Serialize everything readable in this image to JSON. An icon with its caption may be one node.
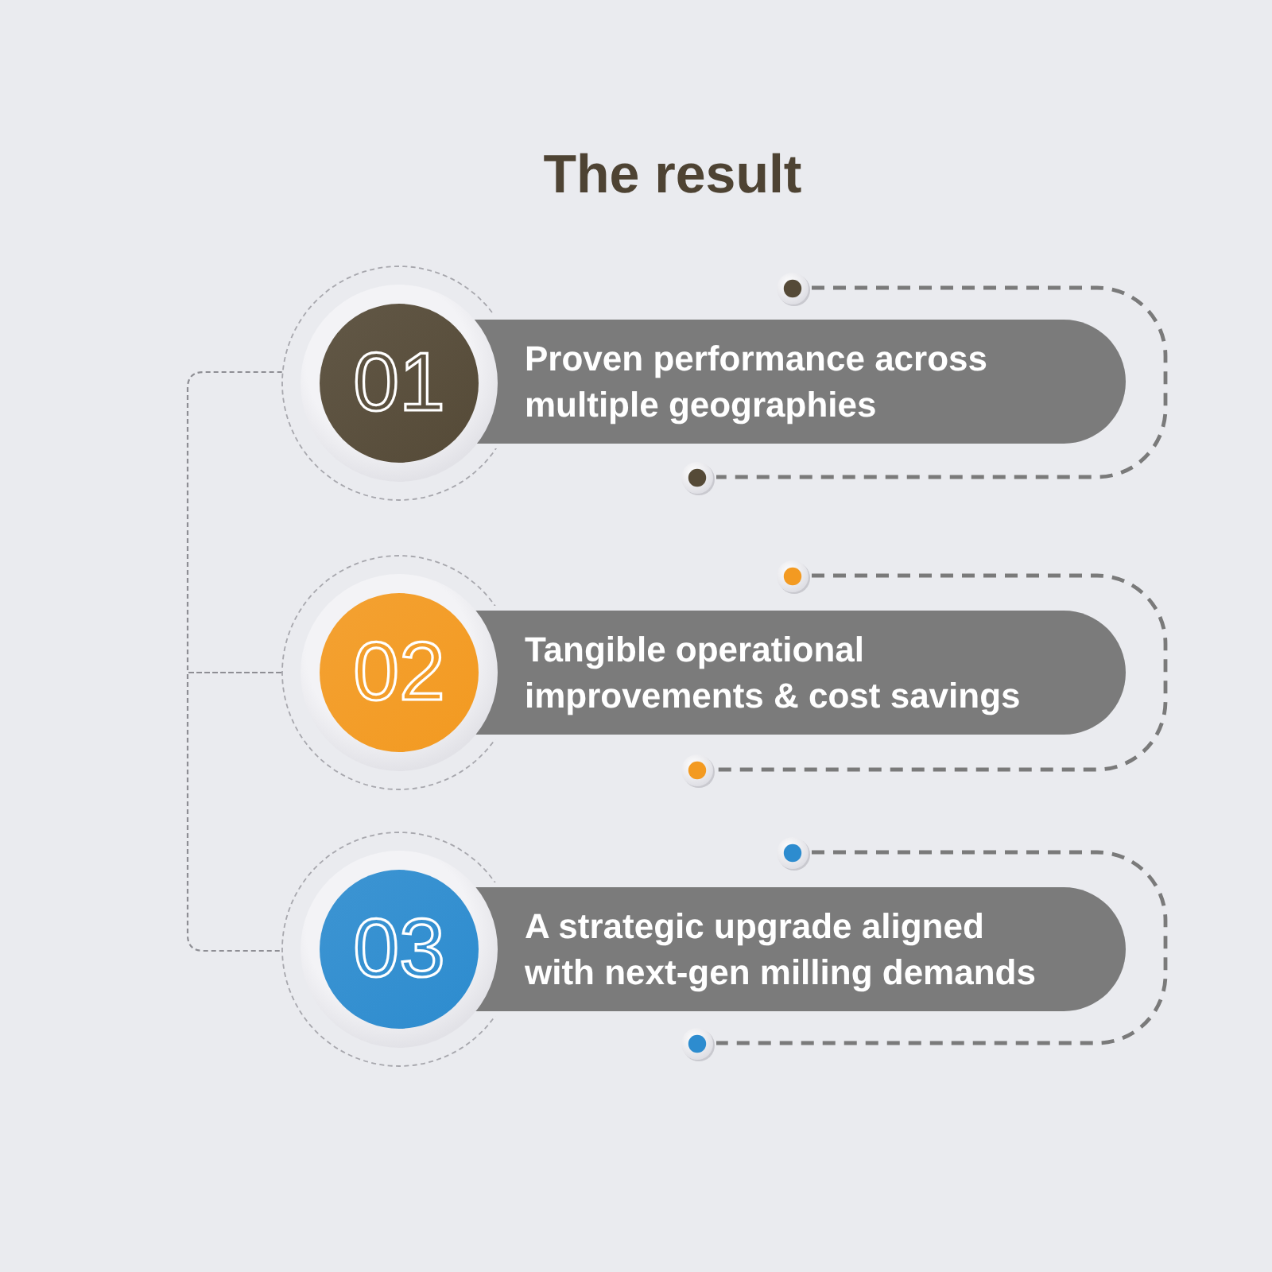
{
  "diagram": {
    "title": "The result",
    "nodes": [
      {
        "text": [],
        "shape": "circle"
      },
      {
        "text": [
          "01"
        ]
      },
      {
        "text": [
          "Proven performance across multiple geographies"
        ]
      },
      {
        "text": [],
        "shape": "circle"
      },
      {
        "text": [],
        "shape": "circle"
      },
      {
        "text": [
          "02"
        ]
      },
      {
        "text": [
          "Tangible operational improvements & cost savings"
        ]
      },
      {
        "text": [],
        "shape": "circle"
      },
      {
        "text": [],
        "shape": "circle"
      },
      {
        "text": [
          "03"
        ]
      },
      {
        "text": [
          "A strategic upgrade aligned with next-gen milling demands"
        ]
      },
      {
        "text": [],
        "shape": "circle"
      }
    ],
    "edges": [
      {
        "from": 1,
        "to": 5,
        "arrow": "none",
        "style": "dashed"
      },
      {
        "from": 5,
        "to": 9,
        "arrow": "none",
        "style": "dashed"
      },
      {
        "from": 0,
        "to": 3,
        "arrow": "none",
        "style": "dashed"
      },
      {
        "from": 4,
        "to": 7,
        "arrow": "none",
        "style": "dashed"
      },
      {
        "from": 8,
        "to": 11,
        "arrow": "none",
        "style": "dashed"
      }
    ]
  }
}
